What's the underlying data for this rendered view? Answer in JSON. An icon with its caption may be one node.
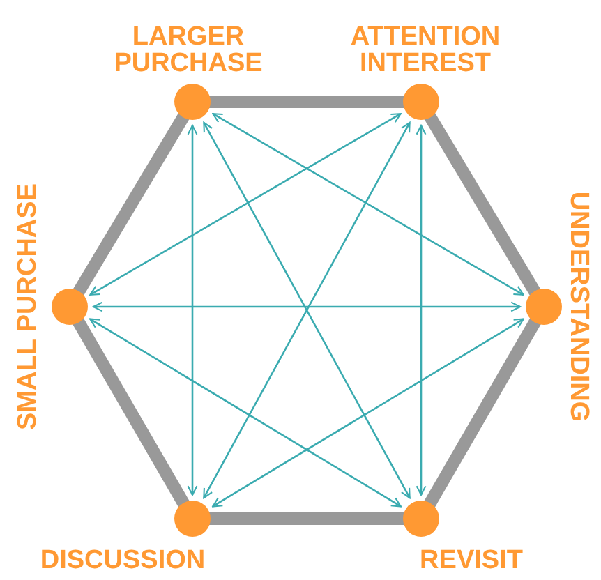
{
  "diagram": {
    "nodes": [
      {
        "text": [
          "LARGER PURCHASE"
        ]
      },
      {
        "text": [
          "ATTENTION INTEREST"
        ]
      },
      {
        "text": [
          "UNDERSTANDING"
        ]
      },
      {
        "text": [
          "REVISIT"
        ]
      },
      {
        "text": [
          "DISCUSSION"
        ]
      },
      {
        "text": [
          "SMALL PURCHASE"
        ]
      }
    ],
    "edges": [
      {
        "from": 0,
        "to": 1,
        "arrow": "none",
        "style": "thick",
        "color": "#999999"
      },
      {
        "from": 1,
        "to": 2,
        "arrow": "none",
        "style": "thick",
        "color": "#999999"
      },
      {
        "from": 2,
        "to": 3,
        "arrow": "none",
        "style": "thick",
        "color": "#999999"
      },
      {
        "from": 3,
        "to": 4,
        "arrow": "none",
        "style": "thick",
        "color": "#999999"
      },
      {
        "from": 4,
        "to": 5,
        "arrow": "none",
        "style": "thick",
        "color": "#999999"
      },
      {
        "from": 5,
        "to": 0,
        "arrow": "none",
        "style": "thick",
        "color": "#999999"
      },
      {
        "from": 0,
        "to": 2,
        "arrow": "both"
      },
      {
        "from": 0,
        "to": 3,
        "arrow": "both"
      },
      {
        "from": 0,
        "to": 4,
        "arrow": "both"
      },
      {
        "from": 1,
        "to": 5,
        "arrow": "both"
      },
      {
        "from": 1,
        "to": 4,
        "arrow": "both"
      },
      {
        "from": 1,
        "to": 3,
        "arrow": "both"
      },
      {
        "from": 2,
        "to": 5,
        "arrow": "both"
      },
      {
        "from": 2,
        "to": 4,
        "arrow": "both"
      },
      {
        "from": 3,
        "to": 5,
        "arrow": "both"
      }
    ]
  }
}
